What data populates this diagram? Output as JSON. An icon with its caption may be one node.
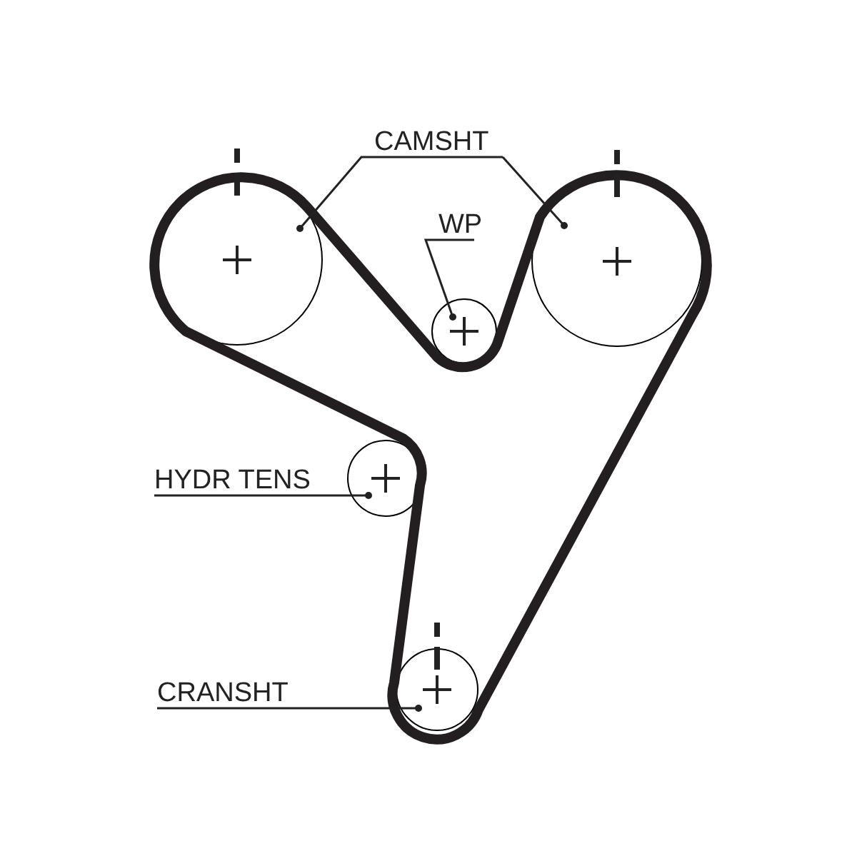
{
  "diagram": {
    "nodes": [
      {
        "text": [
          "CAMSHT"
        ]
      },
      {
        "text": [
          "WP"
        ]
      },
      {
        "text": [
          "HYDR TENS"
        ]
      },
      {
        "text": [
          "CRANSHT"
        ]
      },
      {
        "text": [],
        "shape": "circle"
      },
      {
        "text": [],
        "shape": "circle"
      },
      {
        "text": [],
        "shape": "circle"
      },
      {
        "text": [],
        "shape": "circle"
      },
      {
        "text": [],
        "shape": "circle"
      }
    ],
    "edges": [
      {
        "from": 0,
        "to": 4,
        "arrow": "other"
      },
      {
        "from": 0,
        "to": 5,
        "arrow": "other"
      },
      {
        "from": 1,
        "to": 6,
        "arrow": "other"
      },
      {
        "from": 2,
        "to": 7,
        "arrow": "other"
      },
      {
        "from": 3,
        "to": 8,
        "arrow": "other"
      }
    ]
  }
}
